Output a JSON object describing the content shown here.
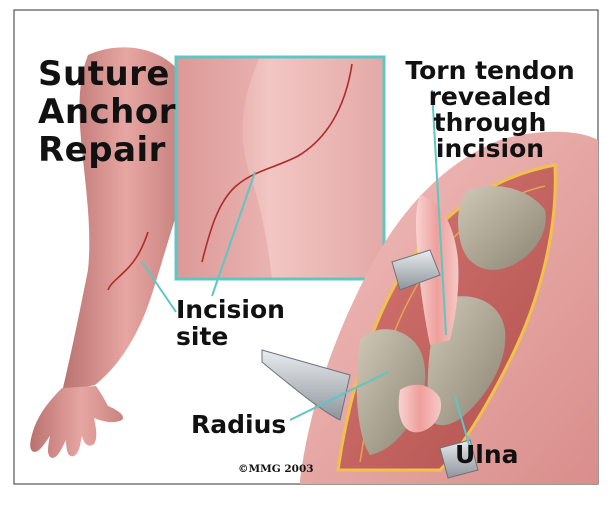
{
  "title": {
    "line1": "Suture",
    "line2": "Anchor",
    "line3": "Repair"
  },
  "callouts": {
    "torn_tendon": {
      "line1": "Torn tendon",
      "line2": "revealed",
      "line3": "through",
      "line4": "incision"
    },
    "incision_site": {
      "line1": "Incision",
      "line2": "site"
    },
    "radius": "Radius",
    "ulna": "Ulna"
  },
  "copyright": "©MMG 2003",
  "colors": {
    "border": "#333333",
    "inset_frame": "#5cc7c4",
    "leader_line": "#5cc7c4",
    "incision_line": "#b02a2a",
    "skin": "#e8a8a8",
    "tendon": "#f2b5b5",
    "bone": "#a9a08f",
    "wound_edge": "#f0c24a"
  }
}
